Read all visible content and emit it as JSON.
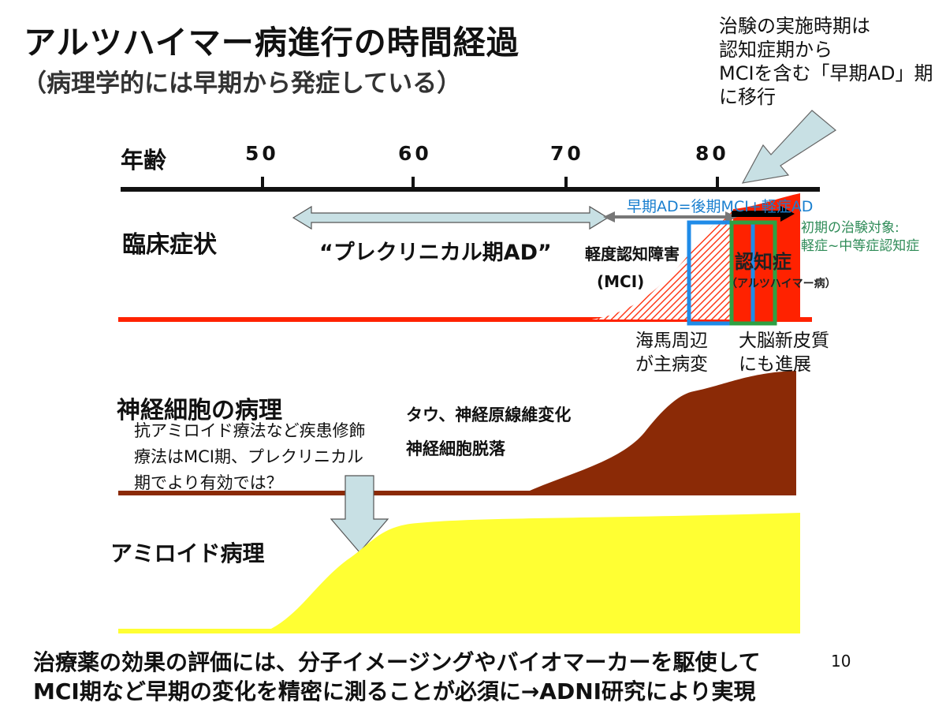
{
  "title": "アルツハイマー病進行の時間経過",
  "subtitle": "（病理学的には早期から発症している）",
  "trial_note": "治験の実施時期は\n認知症期から\nMCIを含む「早期AD」期\nに移行",
  "axis": {
    "label": "年齢",
    "ticks": [
      "50",
      "60",
      "70",
      "80"
    ]
  },
  "clinical": {
    "row_label": "臨床症状",
    "preclinical": "“プレクリニカル期AD”",
    "mci_line1": "軽度認知障害",
    "mci_line2": "(MCI)",
    "dementia_line1": "認知症",
    "dementia_line2": "（アルツハイマー病）",
    "early_ad": "早期AD=後期MCI+軽症AD",
    "initial_trial": "初期の治験対象:\n軽症~中等症認知症",
    "hippocampus": "海馬周辺\nが主病変",
    "cortex": "大脳新皮質\nにも進展"
  },
  "neuron": {
    "row_label": "神経細胞の病理",
    "tau_line1": "タウ、神経原線維変化",
    "tau_line2": "神経細胞脱落",
    "therapy_note": "抗アミロイド療法など疾患修飾\n療法はMCI期、プレクリニカル\n期でより有効では？"
  },
  "amyloid": {
    "row_label": "アミロイド病理"
  },
  "bottom_line1": "治療薬の効果の評価には、分子イメージングやバイオマーカーを駆使して",
  "bottom_line2": "MCI期など早期の変化を精密に測ることが必須に→ADNI研究により実現",
  "page_number": "10",
  "colors": {
    "clinical_red": "#ff2200",
    "neuron_brown": "#8b2a06",
    "amyloid_yellow": "#ffff33",
    "arrow_fill": "#c8e0e4",
    "blue_box": "#1f8be8",
    "green_box": "#2ea043",
    "axis_black": "#111111"
  }
}
